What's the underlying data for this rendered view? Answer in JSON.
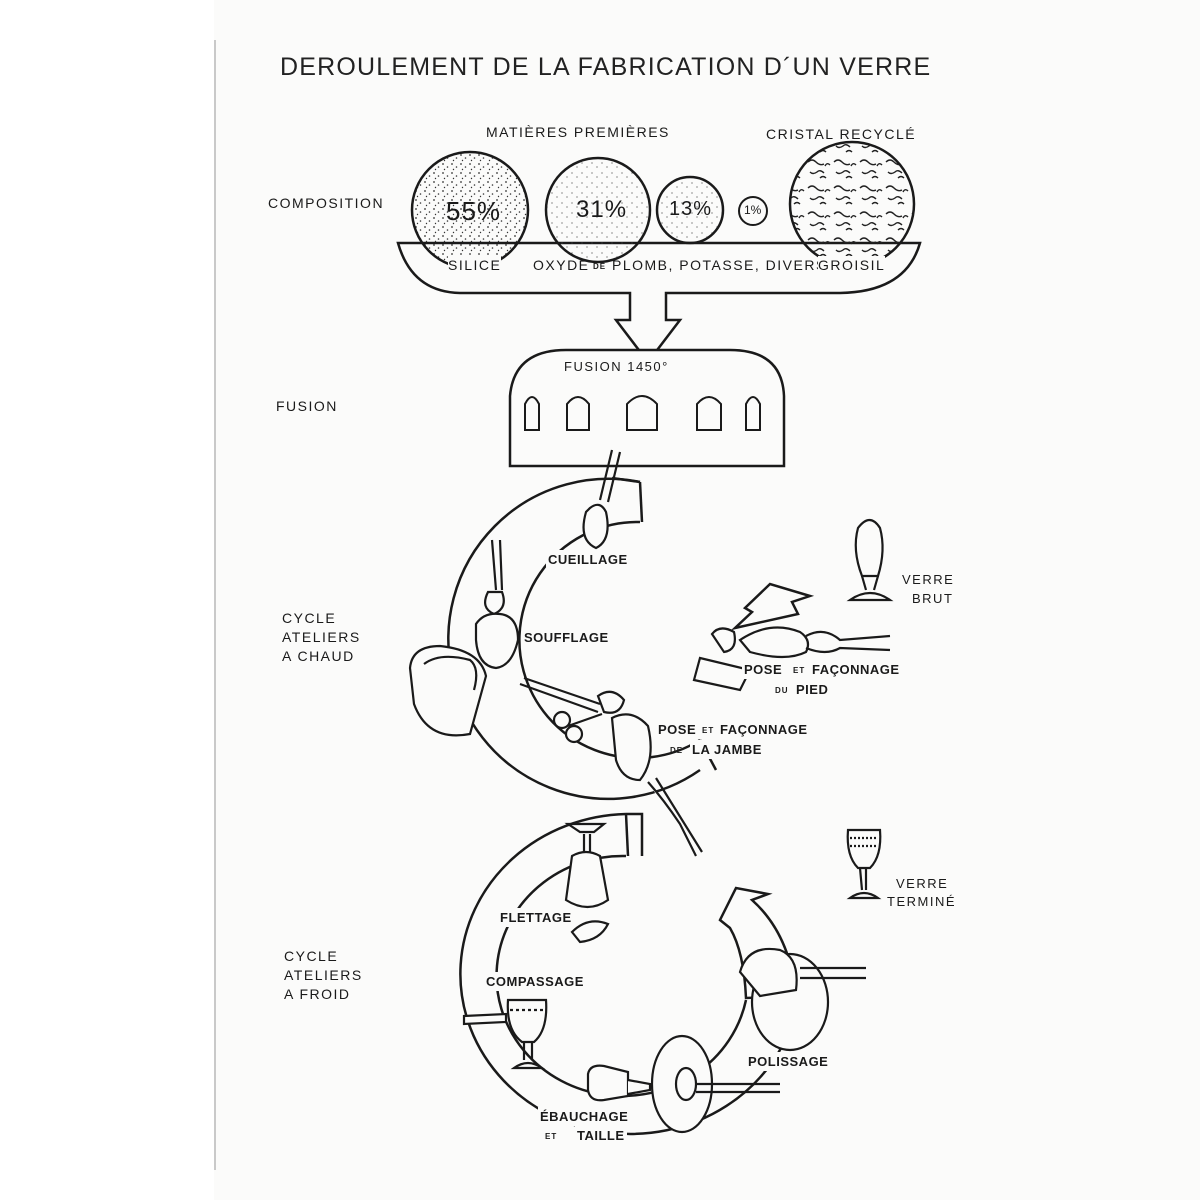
{
  "title": "DEROULEMENT DE LA FABRICATION D´UN VERRE",
  "sections": {
    "composition": "COMPOSITION",
    "fusion": "FUSION",
    "chaud": [
      "CYCLE",
      "ATELIERS",
      "A CHAUD"
    ],
    "froid": [
      "CYCLE",
      "ATELIERS",
      "A FROID"
    ]
  },
  "headers": {
    "matieres": "MATIÈRES PREMIÈRES",
    "cristal": "CRISTAL RECYCLÉ"
  },
  "percentages": {
    "silice": "55%",
    "plomb": "31%",
    "potasse": "13%",
    "divers": "1%"
  },
  "ingredients": {
    "silice": "SILICE",
    "oxyde": "OXYDE",
    "de": "DE",
    "plomb_potasse": "PLOMB, POTASSE, DIVERS,",
    "groisil": "GROISIL"
  },
  "furnace": {
    "label": "FUSION 1450°"
  },
  "steps": {
    "cueillage": "CUEILLAGE",
    "soufflage": "SOUFFLAGE",
    "pose_pied": {
      "pose": "POSE",
      "et": "ET",
      "faconnage": "FAÇONNAGE",
      "du": "DU",
      "pied": "PIED"
    },
    "pose_jambe": {
      "pose": "POSE",
      "et": "ET",
      "faconnage": "FAÇONNAGE",
      "de": "DE",
      "la_jambe": "LA JAMBE"
    },
    "flettage": "FLETTAGE",
    "compassage": "COMPASSAGE",
    "ebauchage": {
      "ebauchage": "ÉBAUCHAGE",
      "et": "ET",
      "taille": "TAILLE"
    },
    "polissage": "POLISSAGE"
  },
  "results": {
    "brut": [
      "VERRE",
      "BRUT"
    ],
    "termine": [
      "VERRE",
      "TERMINÉ"
    ]
  }
}
